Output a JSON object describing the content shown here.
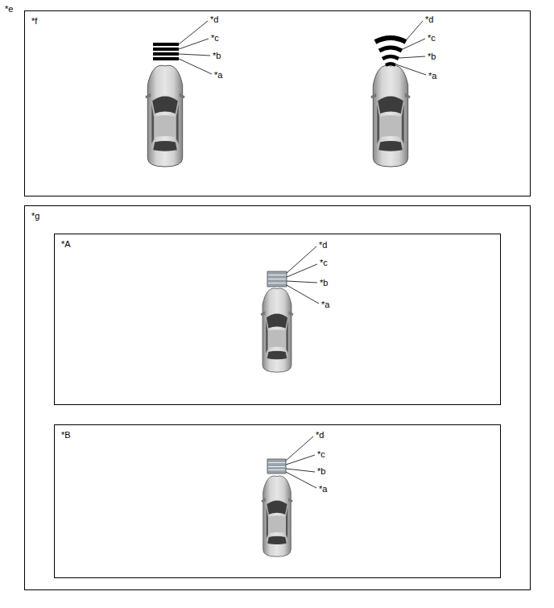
{
  "diagram": {
    "nodes": [
      {
        "text": [
          "*f"
        ]
      },
      {
        "text": [
          "*g"
        ]
      },
      {
        "text": [
          "*A"
        ],
        "in": 1
      },
      {
        "text": [
          "*B"
        ],
        "in": 1
      }
    ],
    "labels": [
      "*e",
      "*d",
      "*c",
      "*b",
      "*a",
      "*d",
      "*c",
      "*b",
      "*a",
      "*d",
      "*c",
      "*b",
      "*a",
      "*d",
      "*c",
      "*b",
      "*a"
    ]
  }
}
